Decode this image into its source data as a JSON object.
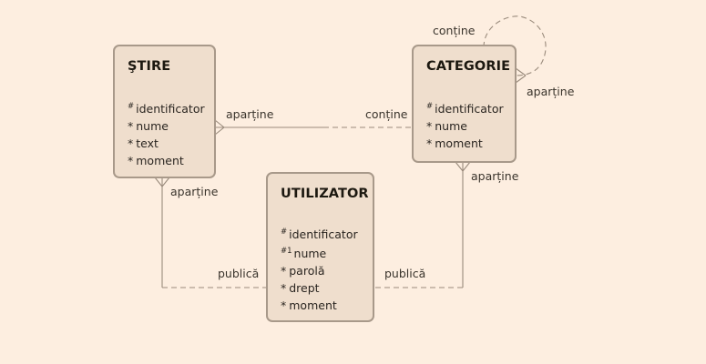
{
  "colors": {
    "background": "#fdeee0",
    "entity_fill": "#efdecd",
    "entity_border": "#a8998a",
    "line": "#9a8b7c"
  },
  "entities": {
    "stire": {
      "title": "ŞTIRE",
      "attributes": [
        {
          "marker": "#",
          "name": "identificator"
        },
        {
          "marker": "*",
          "name": "nume"
        },
        {
          "marker": "*",
          "name": "text"
        },
        {
          "marker": "*",
          "name": "moment"
        }
      ]
    },
    "categorie": {
      "title": "CATEGORIE",
      "attributes": [
        {
          "marker": "#",
          "name": "identificator"
        },
        {
          "marker": "*",
          "name": "nume"
        },
        {
          "marker": "*",
          "name": "moment"
        }
      ]
    },
    "utilizator": {
      "title": "UTILIZATOR",
      "attributes": [
        {
          "marker": "#",
          "name": "identificator"
        },
        {
          "marker": "#1",
          "name": "nume"
        },
        {
          "marker": "*",
          "name": "parolă"
        },
        {
          "marker": "*",
          "name": "drept"
        },
        {
          "marker": "*",
          "name": "moment"
        }
      ]
    }
  },
  "relationships": {
    "stire_categorie": {
      "from_label": "aparține",
      "to_label": "conține"
    },
    "categorie_self": {
      "top_label": "conține",
      "side_label": "aparține"
    },
    "categorie_utilizator": {
      "top_label": "aparține",
      "bottom_label": "publică"
    },
    "stire_utilizator": {
      "top_label": "aparține",
      "bottom_label": "publică"
    }
  }
}
